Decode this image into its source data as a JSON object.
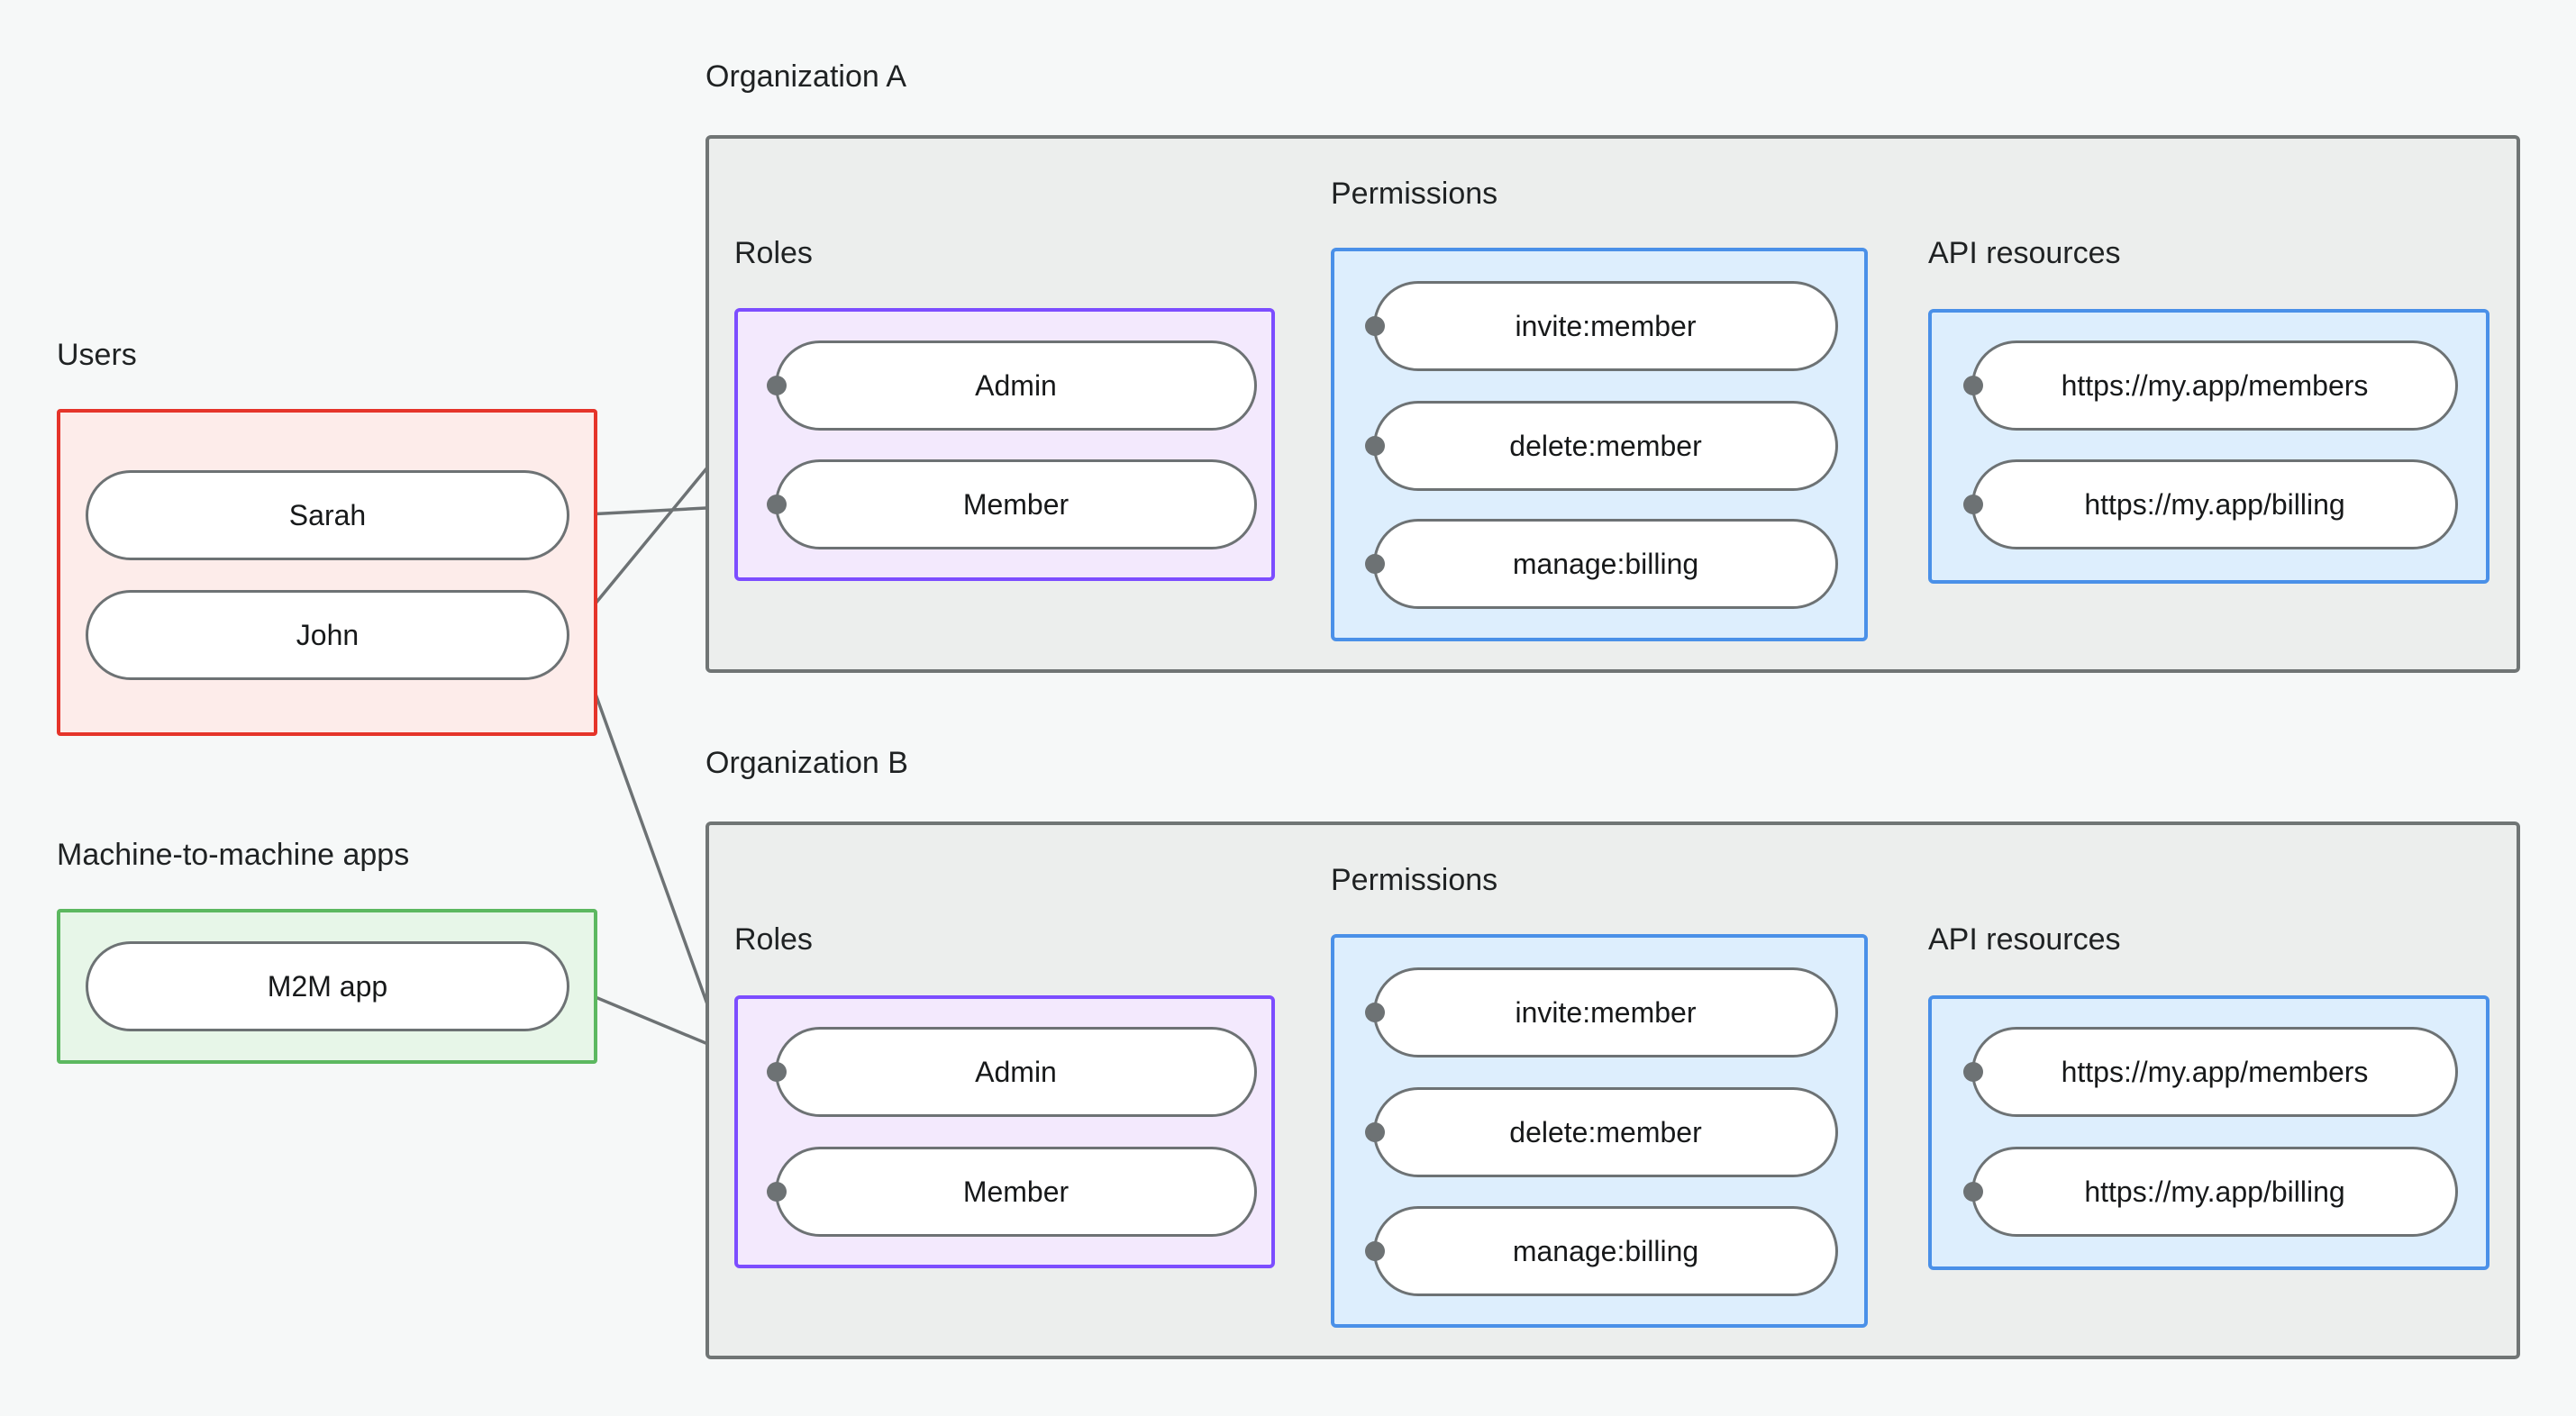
{
  "diagram": {
    "title_visible": false,
    "background_color": "#f6f8f8",
    "captions": {
      "users": "Users",
      "m2m": "Machine-to-machine apps",
      "org_a": "Organization A",
      "org_b": "Organization B",
      "roles": "Roles",
      "permissions": "Permissions",
      "api_resources": "API resources"
    },
    "colors": {
      "users_border": "#e5342a",
      "users_fill": "#fdecea",
      "m2m_border": "#5cb860",
      "m2m_fill": "#e7f6e8",
      "org_border": "#707575",
      "org_fill": "#eceeed",
      "roles_border": "#7c4dff",
      "roles_fill": "#f3e9fd",
      "permissions_border": "#4a90e8",
      "permissions_fill": "#ddeefd",
      "api_border": "#4a90e8",
      "api_fill": "#ddeefd",
      "node_border": "#6d7274",
      "node_fill": "#ffffff",
      "edge": "#6d7274",
      "text": "#17191a"
    },
    "users": {
      "label": "Users",
      "items": [
        {
          "id": "sarah",
          "label": "Sarah"
        },
        {
          "id": "john",
          "label": "John"
        }
      ]
    },
    "machine_to_machine": {
      "label": "Machine-to-machine apps",
      "items": [
        {
          "id": "m2m-app",
          "label": "M2M app"
        }
      ]
    },
    "organizations": [
      {
        "id": "org-a",
        "label": "Organization A",
        "roles": {
          "label": "Roles",
          "items": [
            {
              "id": "org-a-admin",
              "label": "Admin"
            },
            {
              "id": "org-a-member",
              "label": "Member"
            }
          ]
        },
        "permissions": {
          "label": "Permissions",
          "items": [
            {
              "id": "org-a-invite-member",
              "label": "invite:member"
            },
            {
              "id": "org-a-delete-member",
              "label": "delete:member"
            },
            {
              "id": "org-a-manage-billing",
              "label": "manage:billing"
            }
          ]
        },
        "api_resources": {
          "label": "API resources",
          "items": [
            {
              "id": "org-a-res-members",
              "label": "https://my.app/members"
            },
            {
              "id": "org-a-res-billing",
              "label": "https://my.app/billing"
            }
          ]
        }
      },
      {
        "id": "org-b",
        "label": "Organization B",
        "roles": {
          "label": "Roles",
          "items": [
            {
              "id": "org-b-admin",
              "label": "Admin"
            },
            {
              "id": "org-b-member",
              "label": "Member"
            }
          ]
        },
        "permissions": {
          "label": "Permissions",
          "items": [
            {
              "id": "org-b-invite-member",
              "label": "invite:member"
            },
            {
              "id": "org-b-delete-member",
              "label": "delete:member"
            },
            {
              "id": "org-b-manage-billing",
              "label": "manage:billing"
            }
          ]
        },
        "api_resources": {
          "label": "API resources",
          "items": [
            {
              "id": "org-b-res-members",
              "label": "https://my.app/members"
            },
            {
              "id": "org-b-res-billing",
              "label": "https://my.app/billing"
            }
          ]
        }
      }
    ],
    "connections": [
      {
        "from": "sarah",
        "to": "org-a-member"
      },
      {
        "from": "john",
        "to": "org-a-admin"
      },
      {
        "from": "john",
        "to": "org-b-member"
      },
      {
        "from": "m2m-app",
        "to": "org-b-admin"
      },
      {
        "from": "org-a-admin",
        "to": "org-a-invite-member"
      },
      {
        "from": "org-a-admin",
        "to": "org-a-delete-member"
      },
      {
        "from": "org-a-member",
        "to": "org-a-manage-billing"
      },
      {
        "from": "org-a-invite-member",
        "to": "org-a-res-members"
      },
      {
        "from": "org-a-delete-member",
        "to": "org-a-res-members"
      },
      {
        "from": "org-a-manage-billing",
        "to": "org-a-res-billing"
      },
      {
        "from": "org-b-admin",
        "to": "org-b-invite-member"
      },
      {
        "from": "org-b-admin",
        "to": "org-b-delete-member"
      },
      {
        "from": "org-b-member",
        "to": "org-b-manage-billing"
      },
      {
        "from": "org-b-invite-member",
        "to": "org-b-res-members"
      },
      {
        "from": "org-b-delete-member",
        "to": "org-b-res-members"
      },
      {
        "from": "org-b-manage-billing",
        "to": "org-b-res-billing"
      }
    ]
  }
}
